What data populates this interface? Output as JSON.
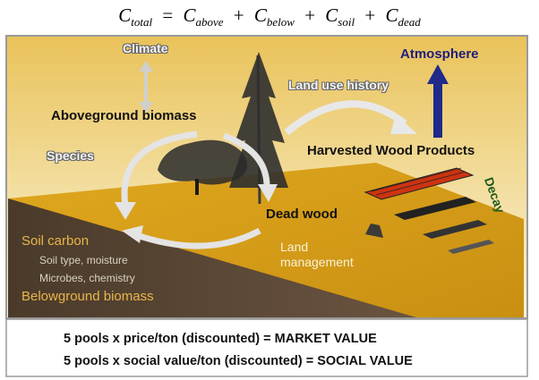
{
  "formula": {
    "lhs": "C",
    "lhs_sub": "total",
    "eq": "=",
    "terms": [
      {
        "c": "C",
        "sub": "above"
      },
      {
        "c": "C",
        "sub": "below"
      },
      {
        "c": "C",
        "sub": "soil"
      },
      {
        "c": "C",
        "sub": "dead"
      }
    ],
    "plus": "+"
  },
  "labels": {
    "climate": "Climate",
    "aboveground_biomass": "Aboveground biomass",
    "species": "Species",
    "land_use_history": "Land use history",
    "atmosphere": "Atmosphere",
    "harvested_wood_products": "Harvested Wood Products",
    "decay": "Decay",
    "dead_wood": "Dead wood",
    "land_management_1": "Land",
    "land_management_2": "management",
    "soil_carbon": "Soil carbon",
    "soil_type": "Soil type, moisture",
    "microbes": "Microbes, chemistry",
    "belowground_biomass": "Belowground biomass"
  },
  "bottom": {
    "line1": "5 pools x price/ton (discounted) = MARKET VALUE",
    "line2": "5 pools x social value/ton (discounted) = SOCIAL VALUE"
  },
  "colors": {
    "frame": "#9a9a9a",
    "soil_dark": "#5a4632",
    "ground_yellow": "#d9a21c",
    "arrow_blue": "#1f2a8a",
    "wood_red": "#cc3311"
  }
}
